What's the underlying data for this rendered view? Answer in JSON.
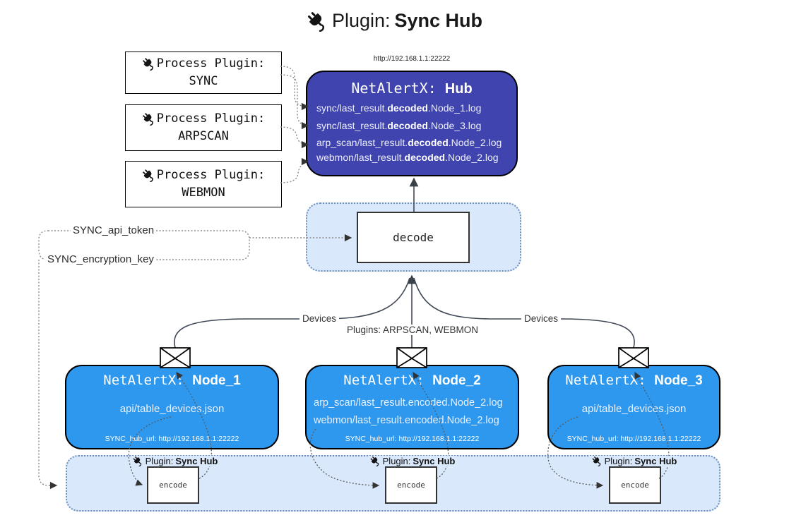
{
  "title": {
    "prefix": "Plugin: ",
    "name": "Sync Hub"
  },
  "process_plugins": [
    {
      "label": "Process Plugin:",
      "name": "SYNC"
    },
    {
      "label": "Process Plugin:",
      "name": "ARPSCAN"
    },
    {
      "label": "Process Plugin:",
      "name": "WEBMON"
    }
  ],
  "hub": {
    "url": "http://192.168.1.1:22222",
    "title_prefix": "NetAlertX: ",
    "title_name": "Hub",
    "logs": [
      {
        "pre": "sync/last_result.",
        "mid": "decoded",
        "post": ".Node_1.log"
      },
      {
        "pre": "sync/last_result.",
        "mid": "decoded",
        "post": ".Node_3.log"
      },
      {
        "pre": "arp_scan/last_result.",
        "mid": "decoded",
        "post": ".Node_2.log"
      },
      {
        "pre": "webmon/last_result.",
        "mid": "decoded",
        "post": ".Node_2.log"
      }
    ]
  },
  "decode_label": "decode",
  "config": {
    "api_token": "SYNC_api_token",
    "encryption_key": "SYNC_encryption_key"
  },
  "edge_labels": {
    "devices_left": "Devices",
    "devices_right": "Devices",
    "plugins": "Plugins: ARPSCAN, WEBMON"
  },
  "nodes": [
    {
      "title_prefix": "NetAlertX: ",
      "title_name": "Node_1",
      "lines": [
        "api/table_devices.json"
      ],
      "hub_url": "SYNC_hub_url: http://192.168.1.1:22222"
    },
    {
      "title_prefix": "NetAlertX: ",
      "title_name": "Node_2",
      "lines": [
        "arp_scan/last_result.encoded.Node_2.log",
        "webmon/last_result.encoded.Node_2.log"
      ],
      "hub_url": "SYNC_hub_url: http://192.168.1.1:22222"
    },
    {
      "title_prefix": "NetAlertX: ",
      "title_name": "Node_3",
      "lines": [
        "api/table_devices.json"
      ],
      "hub_url": "SYNC_hub_url: http://192.168.1.1:22222"
    }
  ],
  "encoders": [
    {
      "plugin_prefix": "Plugin: ",
      "plugin_name": "Sync Hub",
      "label": "encode"
    },
    {
      "plugin_prefix": "Plugin: ",
      "plugin_name": "Sync Hub",
      "label": "encode"
    },
    {
      "plugin_prefix": "Plugin: ",
      "plugin_name": "Sync Hub",
      "label": "encode"
    }
  ],
  "colors": {
    "hub_fill": "#4044af",
    "node_fill": "#2e97ee",
    "container_fill": "#dae8fc",
    "container_border": "#6c8ebf"
  }
}
